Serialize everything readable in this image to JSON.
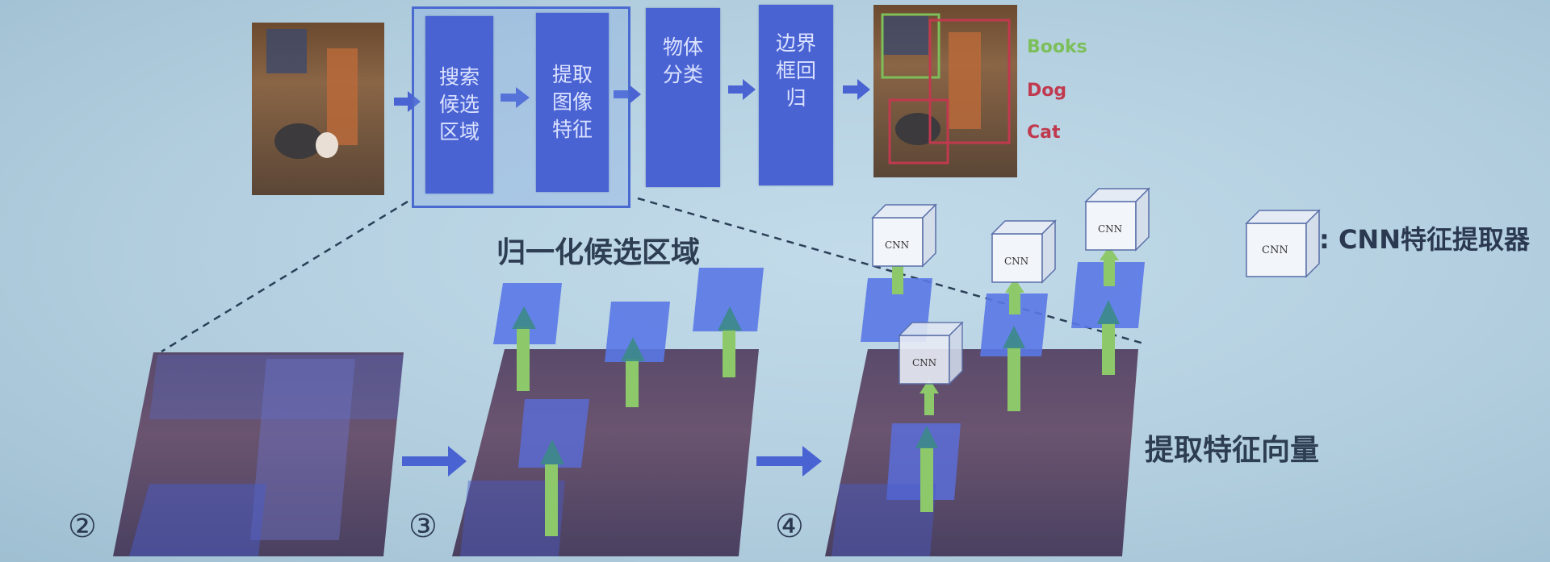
{
  "pipeline": {
    "steps": [
      {
        "label": "搜索\n候选\n区域"
      },
      {
        "label": "提取\n图像\n特征"
      },
      {
        "label": "物体\n分类"
      },
      {
        "label": "边界\n框回\n归"
      }
    ]
  },
  "detections": [
    {
      "label": "Books",
      "color": "#7cbf5a"
    },
    {
      "label": "Dog",
      "color": "#c0394e"
    },
    {
      "label": "Cat",
      "color": "#c0394e"
    }
  ],
  "captions": {
    "normalize": "归一化候选区域",
    "extract": "提取特征向量",
    "legend_suffix": ": CNN特征提取器"
  },
  "cnn_label": "CNN",
  "step_numbers": [
    "②",
    "③",
    "④"
  ],
  "colors": {
    "box_blue": "#4a63d3",
    "arrow_blue": "#4a63d3",
    "green_arrow": "#8dc96a",
    "background": "#b3cfdf"
  }
}
